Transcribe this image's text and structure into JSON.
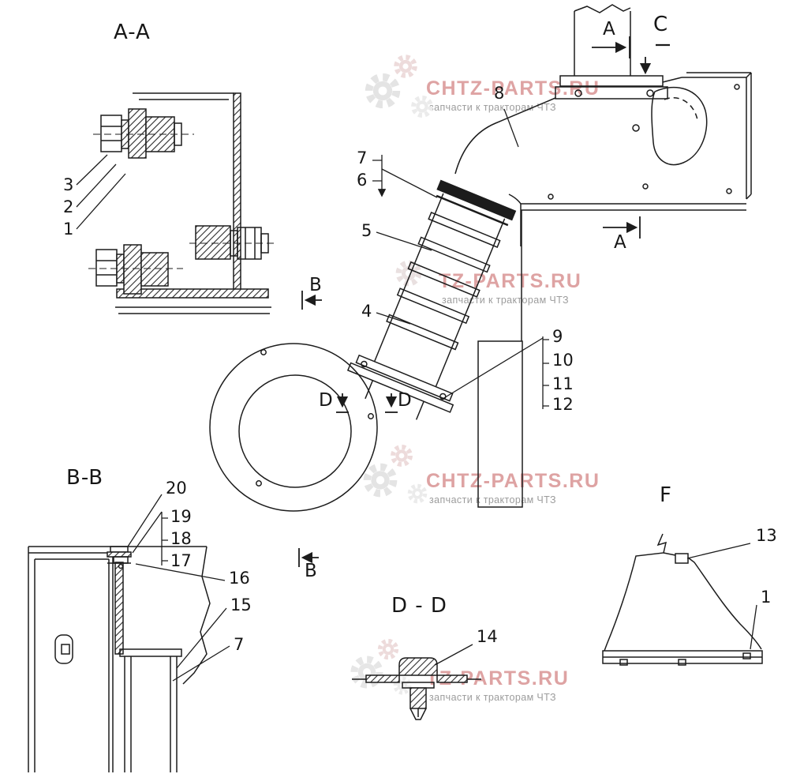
{
  "canvas": {
    "background": "#ffffff",
    "ink": "#1c1c1c"
  },
  "watermark": {
    "subtitle": "запчасти к тракторам ЧТЗ",
    "brand_color": "#d78f8f",
    "subtitle_color": "#9c9c9c",
    "gear_color": "#e4e4e4",
    "instances": [
      {
        "brand": "CHTZ-PARTS.RU"
      },
      {
        "brand": "TZ-PARTS.RU"
      },
      {
        "brand": "CHTZ-PARTS.RU"
      },
      {
        "brand": "TZ-PARTS.RU"
      }
    ]
  },
  "section_labels": {
    "aa": "A-A",
    "bb": "B-B",
    "dd": "D - D",
    "f": "F",
    "c": "C"
  },
  "view_arrows": {
    "a_top": "A",
    "a_bottom": "A",
    "b_top": "B",
    "b_bottom": "B",
    "d_left": "D",
    "d_right": "D"
  },
  "callouts": {
    "aa_group": {
      "n3": "3",
      "n2": "2",
      "n1": "1"
    },
    "hose_group": {
      "n8": "8",
      "n7": "7",
      "n6": "6",
      "n5": "5",
      "n4": "4"
    },
    "bracket_group": {
      "n9": "9",
      "n10": "10",
      "n11": "11",
      "n12": "12"
    },
    "bb_group": {
      "n20": "20",
      "n19": "19",
      "n18": "18",
      "n17": "17",
      "n16": "16",
      "n15": "15",
      "n7": "7"
    },
    "dd_group": {
      "n14": "14"
    },
    "f_group": {
      "n13": "13",
      "n1": "1"
    }
  }
}
